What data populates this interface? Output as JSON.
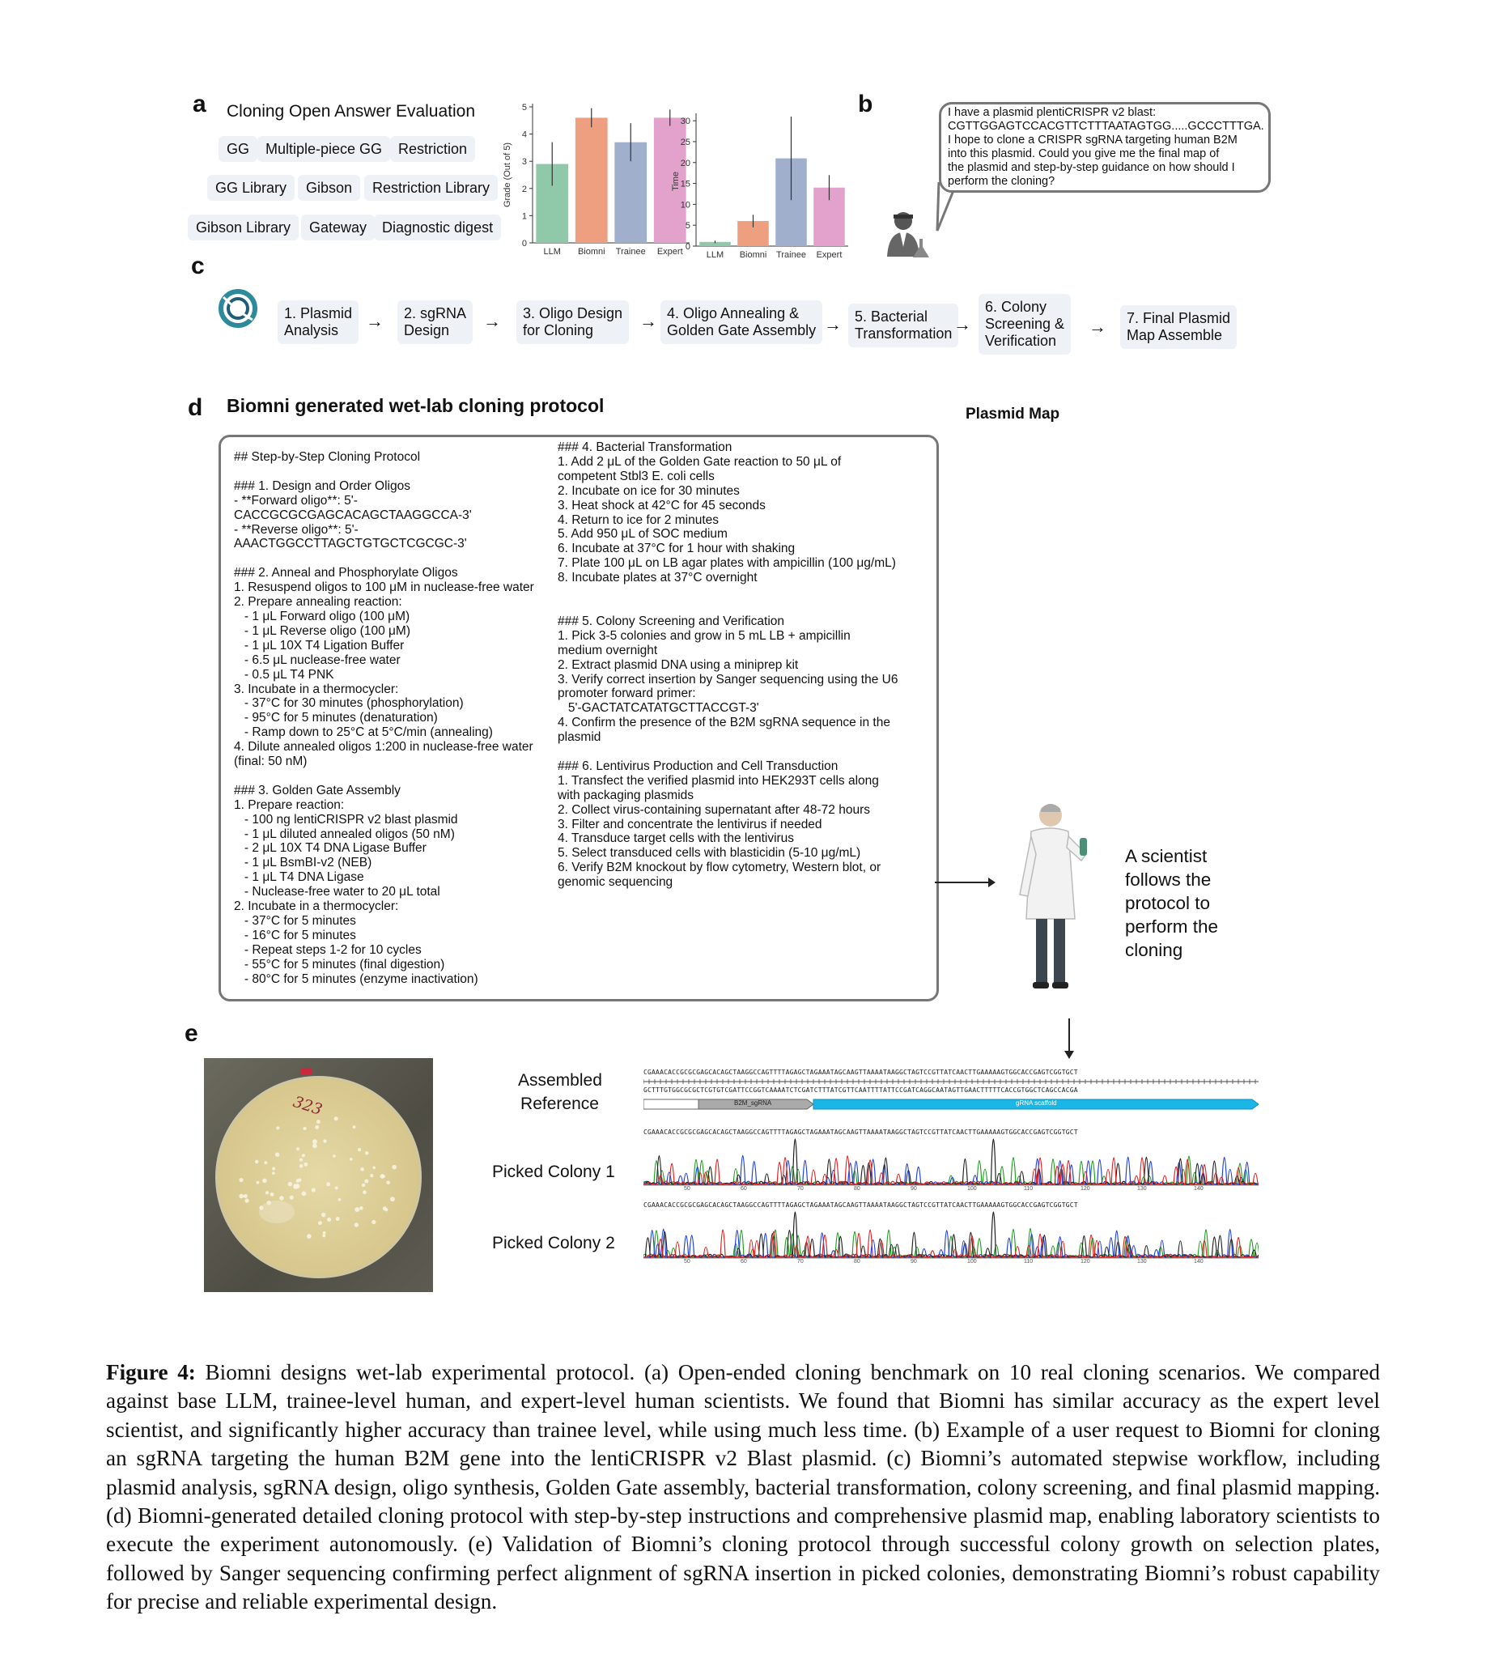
{
  "panel_labels": {
    "a": "a",
    "b": "b",
    "c": "c",
    "d": "d",
    "e": "e"
  },
  "panel_a": {
    "title": "Cloning Open Answer Evaluation",
    "chips": [
      "GG",
      "Multiple-piece GG",
      "Restriction",
      "GG Library",
      "Gibson",
      "Restriction Library",
      "Gibson Library",
      "Gateway",
      "Diagnostic digest"
    ]
  },
  "chart_data": [
    {
      "type": "bar",
      "categories": [
        "LLM",
        "Biomni",
        "Trainee",
        "Expert"
      ],
      "values": [
        2.9,
        4.6,
        3.7,
        4.6
      ],
      "errors": [
        0.8,
        0.35,
        0.7,
        0.3
      ],
      "colors": [
        "#8fc9a9",
        "#ee9f80",
        "#a0b0cc",
        "#e2a2cb"
      ],
      "ylabel": "Grade (Out of 5)",
      "ylim": [
        0,
        5
      ],
      "yticks": [
        0,
        1,
        2,
        3,
        4,
        5
      ]
    },
    {
      "type": "bar",
      "categories": [
        "LLM",
        "Biomni",
        "Trainee",
        "Expert"
      ],
      "values": [
        1,
        6,
        21,
        14
      ],
      "errors": [
        0.3,
        1.5,
        10,
        3
      ],
      "colors": [
        "#8fc9a9",
        "#ee9f80",
        "#a0b0cc",
        "#e2a2cb"
      ],
      "ylabel": "Time",
      "ylim": [
        0,
        31
      ],
      "yticks": [
        0,
        5,
        10,
        15,
        20,
        25,
        30
      ]
    }
  ],
  "panel_b": {
    "lines": [
      "I have a plasmid plentiCRISPR v2 blast:",
      "CGTTGGAGTCCACGTTCTTTAATAGTGG.....GCCCTTTGA.",
      "I hope to clone a CRISPR sgRNA targeting human B2M",
      "into this plasmid. Could you give me the final map of",
      "the plasmid and step-by-step guidance on how should I",
      "perform the cloning?"
    ]
  },
  "panel_c": {
    "steps": [
      [
        "1. Plasmid",
        "Analysis"
      ],
      [
        "2. sgRNA",
        "Design"
      ],
      [
        "3. Oligo Design",
        "for Cloning"
      ],
      [
        "4. Oligo Annealing &",
        "Golden Gate Assembly"
      ],
      [
        "5. Bacterial",
        "Transformation"
      ],
      [
        "6. Colony",
        "Screening &",
        "Verification"
      ],
      [
        "7. Final Plasmid",
        "Map Assemble"
      ]
    ]
  },
  "panel_d": {
    "title": "Biomni generated wet-lab cloning protocol",
    "plasmid_map_label": "Plasmid Map",
    "left_column": [
      "## Step-by-Step Cloning Protocol",
      "",
      "### 1. Design and Order Oligos",
      "- **Forward oligo**: 5'-",
      "CACCGCGCGAGCACAGCTAAGGCCA-3'",
      "- **Reverse oligo**: 5'-",
      "AAACTGGCCTTAGCTGTGCTCGCGC-3'",
      "",
      "### 2. Anneal and Phosphorylate Oligos",
      "1. Resuspend oligos to 100 μM in nuclease-free water",
      "2. Prepare annealing reaction:",
      "   - 1 μL Forward oligo (100 μM)",
      "   - 1 μL Reverse oligo (100 μM)",
      "   - 1 μL 10X T4 Ligation Buffer",
      "   - 6.5 μL nuclease-free water",
      "   - 0.5 μL T4 PNK",
      "3. Incubate in a thermocycler:",
      "   - 37°C for 30 minutes (phosphorylation)",
      "   - 95°C for 5 minutes (denaturation)",
      "   - Ramp down to 25°C at 5°C/min (annealing)",
      "4. Dilute annealed oligos 1:200 in nuclease-free water",
      "(final: 50 nM)",
      "",
      "### 3. Golden Gate Assembly",
      "1. Prepare reaction:",
      "   - 100 ng lentiCRISPR v2 blast plasmid",
      "   - 1 μL diluted annealed oligos (50 nM)",
      "   - 2 μL 10X T4 DNA Ligase Buffer",
      "   - 1 μL BsmBI-v2 (NEB)",
      "   - 1 μL T4 DNA Ligase",
      "   - Nuclease-free water to 20 μL total",
      "2. Incubate in a thermocycler:",
      "   - 37°C for 5 minutes",
      "   - 16°C for 5 minutes",
      "   - Repeat steps 1-2 for 10 cycles",
      "   - 55°C for 5 minutes (final digestion)",
      "   - 80°C for 5 minutes (enzyme inactivation)"
    ],
    "right_column": [
      "### 4. Bacterial Transformation",
      "1. Add 2 μL of the Golden Gate reaction to 50 μL of",
      "competent Stbl3 E. coli cells",
      "2. Incubate on ice for 30 minutes",
      "3. Heat shock at 42°C for 45 seconds",
      "4. Return to ice for 2 minutes",
      "5. Add 950 μL of SOC medium",
      "6. Incubate at 37°C for 1 hour with shaking",
      "7. Plate 100 μL on LB agar plates with ampicillin (100 μg/mL)",
      "8. Incubate plates at 37°C overnight",
      "",
      "",
      "### 5. Colony Screening and Verification",
      "1. Pick 3-5 colonies and grow in 5 mL LB + ampicillin",
      "medium overnight",
      "2. Extract plasmid DNA using a miniprep kit",
      "3. Verify correct insertion by Sanger sequencing using the U6",
      "promoter forward primer:",
      "   5'-GACTATCATATGCTTACCGT-3'",
      "4. Confirm the presence of the B2M sgRNA sequence in the",
      "plasmid",
      "",
      "### 6. Lentivirus Production and Cell Transduction",
      "1. Transfect the verified plasmid into HEK293T cells along",
      "with packaging plasmids",
      "2. Collect virus-containing supernatant after 48-72 hours",
      "3. Filter and concentrate the lentivirus if needed",
      "4. Transduce target cells with the lentivirus",
      "5. Select transduced cells with blasticidin (5-10 μg/mL)",
      "6. Verify B2M knockout by flow cytometry, Western blot, or",
      "genomic sequencing"
    ],
    "scientist_text": [
      "A scientist",
      "follows the",
      "protocol to",
      "perform the",
      "cloning"
    ]
  },
  "panel_e": {
    "plate_label": "323",
    "assembled_reference": [
      "Assembled",
      "Reference"
    ],
    "colony1": "Picked Colony 1",
    "colony2": "Picked Colony 2",
    "ref_seq": "CGAAACACCGCGCGAGCACAGCTAAGGCCAGTTTTAGAGCTAGAAATAGCAAGTTAAAATAAGGCTAGTCCGTTATCAACTTGAAAAAGTGGCACCGAGTCGGTGCT",
    "ref_seq_rev": "GCTTTGTGGCGCGCTCGTGTCGATTCCGGTCAAAATCTCGATCTTTATCGTTCAATTTTATTCCGATCAGGCAATAGTTGAACTTTTTCACCGTGGCTCAGCCACGA",
    "feature_sgrna": "B2M_sgRNA",
    "feature_scaffold": "gRNA scaffold",
    "colony_seq": "CGAAACACCGCGCGAGCACAGCTAAGGCCAGTTTTAGAGCTAGAAATAGCAAGTTAAAATAAGGCTAGTCCGTTATCAACTTGAAAAAGTGGCACCGAGTCGGTGCT",
    "trace_ticks": [
      "50",
      "60",
      "70",
      "80",
      "90",
      "100",
      "110",
      "120",
      "130",
      "140"
    ]
  },
  "caption": {
    "label": "Figure 4:",
    "text": "Biomni designs wet-lab experimental protocol. (a) Open-ended cloning benchmark on 10 real cloning scenarios. We compared against base LLM, trainee-level human, and expert-level human scientists. We found that Biomni has similar accuracy as the expert level scientist, and significantly higher accuracy than trainee level, while using much less time. (b) Example of a user request to Biomni for cloning an sgRNA targeting the human B2M gene into the lentiCRISPR v2 Blast plasmid. (c) Biomni’s automated stepwise workflow, including plasmid analysis, sgRNA design, oligo synthesis, Golden Gate assembly, bacterial transformation, colony screening, and final plasmid mapping. (d) Biomni-generated detailed cloning protocol with step-by-step instructions and comprehensive plasmid map, enabling laboratory scientists to execute the experiment autonomously. (e) Validation of Biomni’s cloning protocol through successful colony growth on selection plates, followed by Sanger sequencing confirming perfect alignment of sgRNA insertion in picked colonies, demonstrating Biomni’s robust capability for precise and reliable experimental design."
  }
}
